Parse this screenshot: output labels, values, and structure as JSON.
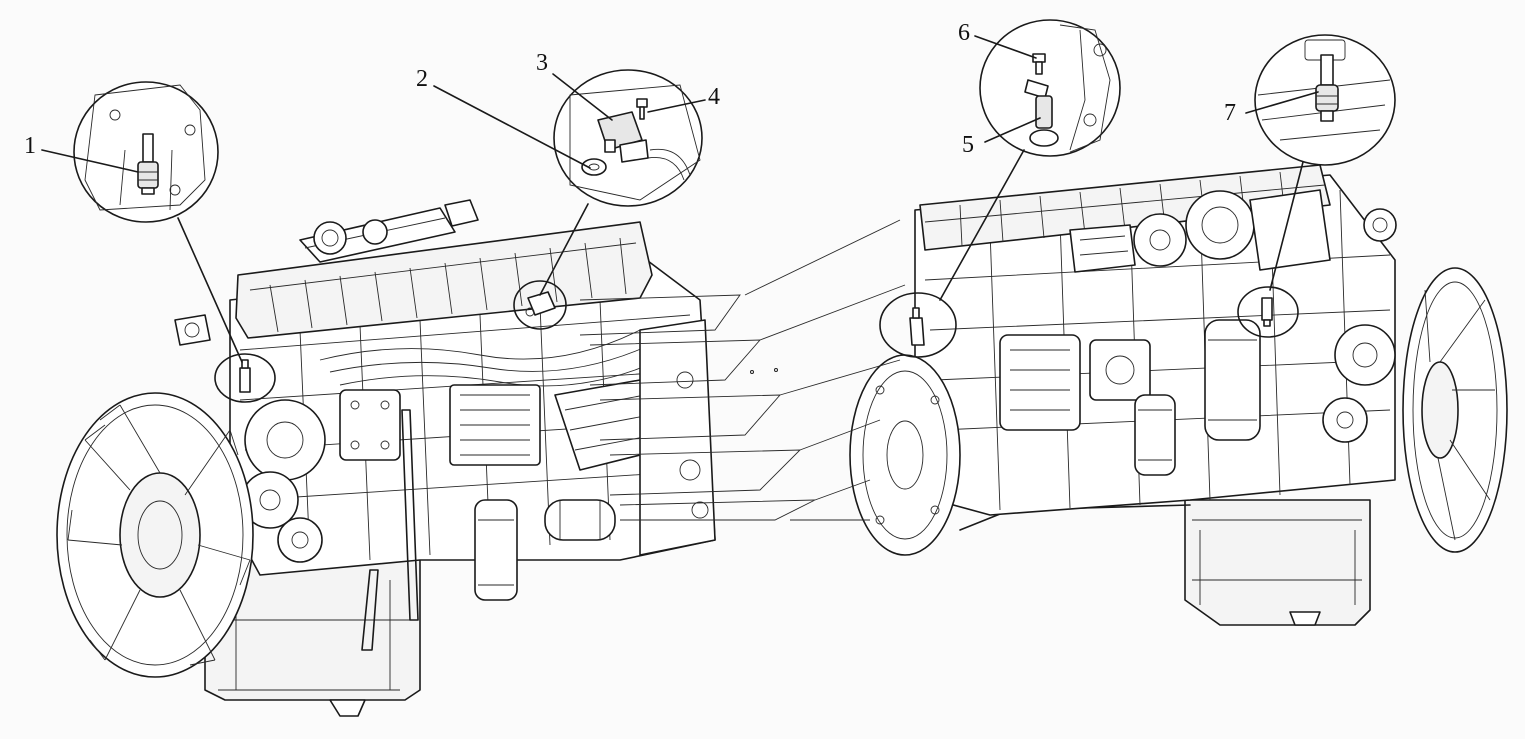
{
  "callouts": [
    {
      "number": "1"
    },
    {
      "number": "2"
    },
    {
      "number": "3"
    },
    {
      "number": "4"
    },
    {
      "number": "5"
    },
    {
      "number": "6"
    },
    {
      "number": "7"
    }
  ],
  "colors": {
    "line": "#1a1a1a",
    "paper": "#fbfbfb"
  },
  "icons": {
    "left_engine": "diesel-engine-left-view",
    "right_engine": "diesel-engine-right-view",
    "sensor": "sensor-icon",
    "bolt": "bolt-icon",
    "fan": "fan-icon",
    "flywheel": "flywheel-icon",
    "oil_filter": "oil-filter-icon"
  }
}
